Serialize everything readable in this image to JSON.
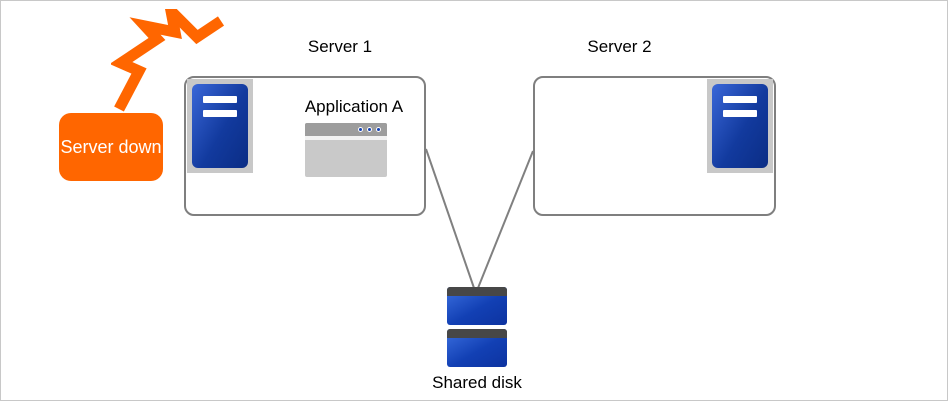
{
  "callout": {
    "text": "Server down"
  },
  "servers": [
    {
      "label": "Server 1"
    },
    {
      "label": "Server 2"
    }
  ],
  "application": {
    "label": "Application A"
  },
  "shared_disk": {
    "label": "Shared disk"
  },
  "icons": {
    "explosion": "zigzag-burst",
    "server_tower": "tower-server",
    "app_window": "application-window",
    "disk": "stacked-disk"
  },
  "colors": {
    "alert_orange": "#ff6600",
    "server_blue": "#123a9e",
    "disk_blue": "#1240b4",
    "line_gray": "#808080",
    "box_border_gray": "#7f7f7f"
  }
}
